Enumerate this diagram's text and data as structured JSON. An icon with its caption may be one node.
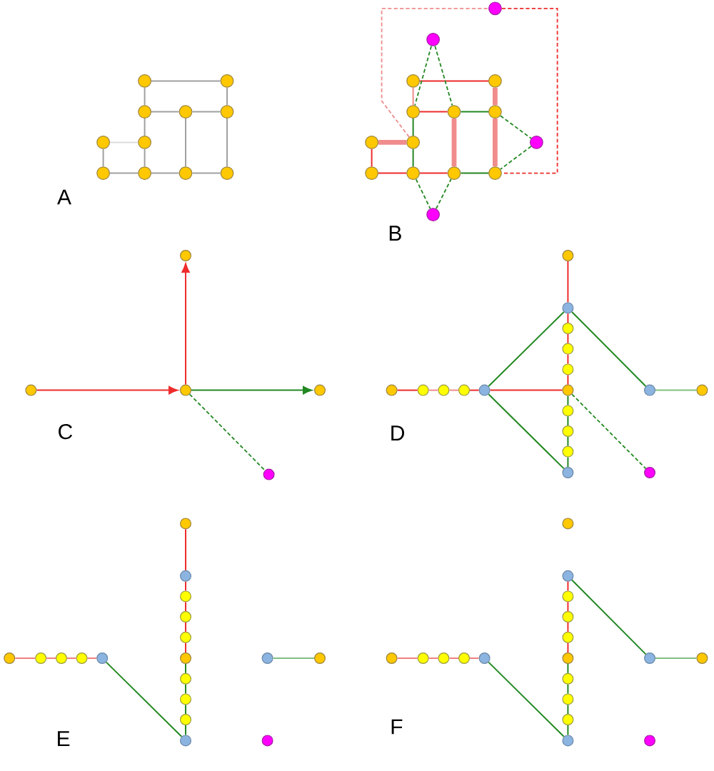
{
  "diagram": {
    "nodes": [
      {
        "text": [],
        "shape": "circle"
      },
      {
        "text": [],
        "shape": "circle"
      },
      {
        "text": [],
        "shape": "circle"
      },
      {
        "text": [],
        "shape": "circle"
      },
      {
        "text": [],
        "shape": "circle"
      },
      {
        "text": [],
        "shape": "circle"
      },
      {
        "text": [],
        "shape": "circle"
      },
      {
        "text": [],
        "shape": "circle"
      },
      {
        "text": [],
        "shape": "circle"
      },
      {
        "text": [],
        "shape": "circle"
      },
      {
        "text": [],
        "shape": "circle"
      },
      {
        "text": [],
        "shape": "circle"
      },
      {
        "text": [],
        "shape": "circle"
      },
      {
        "text": [],
        "shape": "circle"
      },
      {
        "text": [],
        "shape": "circle"
      },
      {
        "text": [],
        "shape": "circle"
      },
      {
        "text": [],
        "shape": "circle"
      },
      {
        "text": [],
        "shape": "circle"
      },
      {
        "text": [],
        "shape": "circle"
      },
      {
        "text": [],
        "shape": "circle"
      },
      {
        "text": [],
        "shape": "circle"
      },
      {
        "text": [],
        "shape": "circle"
      },
      {
        "text": [],
        "shape": "circle"
      },
      {
        "text": [],
        "shape": "circle"
      },
      {
        "text": [],
        "shape": "circle"
      },
      {
        "text": [],
        "shape": "circle"
      },
      {
        "text": [],
        "shape": "circle"
      },
      {
        "text": [],
        "shape": "circle"
      },
      {
        "text": [],
        "shape": "circle"
      },
      {
        "text": [],
        "shape": "circle"
      },
      {
        "text": [],
        "shape": "circle"
      },
      {
        "text": [],
        "shape": "circle"
      },
      {
        "text": [],
        "shape": "circle"
      },
      {
        "text": [],
        "shape": "circle"
      },
      {
        "text": [],
        "shape": "circle"
      },
      {
        "text": [],
        "shape": "circle"
      },
      {
        "text": [],
        "shape": "circle"
      },
      {
        "text": [],
        "shape": "circle"
      },
      {
        "text": [],
        "shape": "circle"
      },
      {
        "text": [],
        "shape": "circle"
      },
      {
        "text": [],
        "shape": "circle"
      },
      {
        "text": [],
        "shape": "circle"
      },
      {
        "text": [],
        "shape": "circle"
      },
      {
        "text": [],
        "shape": "circle"
      },
      {
        "text": [],
        "shape": "circle"
      },
      {
        "text": [],
        "shape": "circle"
      },
      {
        "text": [],
        "shape": "circle"
      },
      {
        "text": [],
        "shape": "circle"
      },
      {
        "text": [],
        "shape": "circle"
      },
      {
        "text": [],
        "shape": "circle"
      },
      {
        "text": [],
        "shape": "circle"
      },
      {
        "text": [],
        "shape": "circle"
      },
      {
        "text": [],
        "shape": "circle"
      },
      {
        "text": [],
        "shape": "circle"
      },
      {
        "text": [],
        "shape": "circle"
      },
      {
        "text": [],
        "shape": "circle"
      },
      {
        "text": [],
        "shape": "circle"
      },
      {
        "text": [],
        "shape": "circle"
      },
      {
        "text": [],
        "shape": "circle"
      },
      {
        "text": [],
        "shape": "circle"
      },
      {
        "text": [],
        "shape": "circle"
      },
      {
        "text": [],
        "shape": "circle"
      },
      {
        "text": [],
        "shape": "circle"
      },
      {
        "text": [],
        "shape": "circle"
      },
      {
        "text": [],
        "shape": "circle"
      },
      {
        "text": [],
        "shape": "circle"
      },
      {
        "text": [],
        "shape": "circle"
      },
      {
        "text": [],
        "shape": "circle"
      },
      {
        "text": [],
        "shape": "circle"
      },
      {
        "text": [],
        "shape": "circle"
      },
      {
        "text": [],
        "shape": "circle"
      },
      {
        "text": [],
        "shape": "circle"
      },
      {
        "text": [],
        "shape": "circle"
      },
      {
        "text": [],
        "shape": "circle"
      },
      {
        "text": [],
        "shape": "circle"
      },
      {
        "text": [],
        "shape": "circle"
      },
      {
        "text": [],
        "shape": "circle"
      },
      {
        "text": [],
        "shape": "circle"
      },
      {
        "text": [],
        "shape": "circle"
      },
      {
        "text": [],
        "shape": "circle"
      },
      {
        "text": [],
        "shape": "circle"
      },
      {
        "text": [],
        "shape": "circle"
      },
      {
        "text": [],
        "shape": "circle"
      },
      {
        "text": [],
        "shape": "circle"
      },
      {
        "text": [],
        "shape": "circle"
      }
    ],
    "edges": [
      {
        "from": 0,
        "to": 1,
        "arrow": "none",
        "color": "#a0a0a0"
      },
      {
        "from": 0,
        "to": 2,
        "arrow": "none",
        "color": "#a0a0a0"
      },
      {
        "from": 1,
        "to": 4,
        "arrow": "none",
        "color": "#a0a0a0"
      },
      {
        "from": 2,
        "to": 3,
        "arrow": "none",
        "color": "#a0a0a0"
      },
      {
        "from": 3,
        "to": 4,
        "arrow": "none",
        "color": "#a0a0a0"
      },
      {
        "from": 2,
        "to": 6,
        "arrow": "none",
        "color": "#a0a0a0"
      },
      {
        "from": 5,
        "to": 6,
        "arrow": "none",
        "color": "#dcdcdc"
      },
      {
        "from": 5,
        "to": 7,
        "arrow": "none",
        "color": "#a0a0a0"
      },
      {
        "from": 6,
        "to": 8,
        "arrow": "none",
        "color": "#a0a0a0"
      },
      {
        "from": 3,
        "to": 9,
        "arrow": "none",
        "color": "#a0a0a0"
      },
      {
        "from": 4,
        "to": 10,
        "arrow": "none",
        "color": "#a0a0a0"
      },
      {
        "from": 7,
        "to": 8,
        "arrow": "none",
        "color": "#a0a0a0"
      },
      {
        "from": 8,
        "to": 9,
        "arrow": "none",
        "color": "#a0a0a0"
      },
      {
        "from": 9,
        "to": 10,
        "arrow": "none",
        "color": "#a0a0a0"
      },
      {
        "from": 13,
        "to": 14,
        "arrow": "none",
        "color": "#ee2c2c"
      },
      {
        "from": 13,
        "to": 15,
        "arrow": "none",
        "color": "#f08c8c"
      },
      {
        "from": 14,
        "to": 17,
        "arrow": "none",
        "style": "thick",
        "color": "#f08c8c"
      },
      {
        "from": 15,
        "to": 16,
        "arrow": "none",
        "color": "#ee2c2c"
      },
      {
        "from": 16,
        "to": 17,
        "arrow": "none"
      },
      {
        "from": 15,
        "to": 19,
        "arrow": "none"
      },
      {
        "from": 18,
        "to": 19,
        "arrow": "none",
        "style": "thick",
        "color": "#f08c8c"
      },
      {
        "from": 18,
        "to": 21,
        "arrow": "none",
        "color": "#ee2c2c"
      },
      {
        "from": 19,
        "to": 22,
        "arrow": "none"
      },
      {
        "from": 16,
        "to": 23,
        "arrow": "none",
        "style": "thick",
        "color": "#f08c8c"
      },
      {
        "from": 17,
        "to": 24,
        "arrow": "none",
        "style": "thick",
        "color": "#f08c8c"
      },
      {
        "from": 21,
        "to": 22,
        "arrow": "none",
        "color": "#ee2c2c"
      },
      {
        "from": 22,
        "to": 23,
        "arrow": "none",
        "color": "#ee2c2c"
      },
      {
        "from": 23,
        "to": 24,
        "arrow": "none"
      },
      {
        "from": 12,
        "to": 15,
        "arrow": "none",
        "style": "dashed"
      },
      {
        "from": 12,
        "to": 16,
        "arrow": "none",
        "style": "dashed"
      },
      {
        "from": 17,
        "to": 20,
        "arrow": "none",
        "style": "dashed"
      },
      {
        "from": 20,
        "to": 24,
        "arrow": "none",
        "style": "dashed"
      },
      {
        "from": 22,
        "to": 25,
        "arrow": "none",
        "style": "dashed"
      },
      {
        "from": 25,
        "to": 23,
        "arrow": "none",
        "style": "dashed"
      },
      {
        "from": 19,
        "to": 11,
        "arrow": "none",
        "style": "dashed",
        "color": "#f08c8c"
      },
      {
        "from": 11,
        "to": 24,
        "arrow": "none",
        "style": "dashed",
        "color": "#ee2c2c"
      },
      {
        "from": 27,
        "to": 28,
        "arrow": "to",
        "color": "#ee2c2c"
      },
      {
        "from": 28,
        "to": 26,
        "arrow": "to",
        "color": "#ee2c2c"
      },
      {
        "from": 28,
        "to": 29,
        "arrow": "to"
      },
      {
        "from": 28,
        "to": 30,
        "arrow": "none",
        "style": "dashed"
      },
      {
        "from": 31,
        "to": 32,
        "arrow": "none",
        "color": "#ee2c2c"
      },
      {
        "from": 32,
        "to": 33,
        "arrow": "none",
        "color": "#ee2c2c"
      },
      {
        "from": 33,
        "to": 34,
        "arrow": "none",
        "color": "#ee2c2c"
      },
      {
        "from": 34,
        "to": 35,
        "arrow": "none",
        "color": "#ee2c2c"
      },
      {
        "from": 35,
        "to": 41,
        "arrow": "none",
        "color": "#ee2c2c"
      },
      {
        "from": 41,
        "to": 44,
        "arrow": "none"
      },
      {
        "from": 44,
        "to": 45,
        "arrow": "none"
      },
      {
        "from": 45,
        "to": 46,
        "arrow": "none"
      },
      {
        "from": 46,
        "to": 47,
        "arrow": "none"
      },
      {
        "from": 36,
        "to": 37,
        "arrow": "none",
        "color": "#ee2c2c"
      },
      {
        "from": 37,
        "to": 38,
        "arrow": "none",
        "color": "#f08c8c"
      },
      {
        "from": 38,
        "to": 39,
        "arrow": "none",
        "color": "#f08c8c"
      },
      {
        "from": 39,
        "to": 40,
        "arrow": "none",
        "color": "#ee2c2c"
      },
      {
        "from": 40,
        "to": 41,
        "arrow": "none",
        "color": "#ee2c2c"
      },
      {
        "from": 40,
        "to": 32,
        "arrow": "none"
      },
      {
        "from": 40,
        "to": 47,
        "arrow": "none"
      },
      {
        "from": 32,
        "to": 42,
        "arrow": "none"
      },
      {
        "from": 42,
        "to": 43,
        "arrow": "none",
        "color": "#80c080"
      },
      {
        "from": 41,
        "to": 48,
        "arrow": "none",
        "style": "dashed"
      },
      {
        "from": 49,
        "to": 50,
        "arrow": "none",
        "color": "#ee2c2c"
      },
      {
        "from": 50,
        "to": 51,
        "arrow": "none",
        "color": "#ee2c2c"
      },
      {
        "from": 51,
        "to": 52,
        "arrow": "none",
        "color": "#ee2c2c"
      },
      {
        "from": 52,
        "to": 53,
        "arrow": "none",
        "color": "#ee2c2c"
      },
      {
        "from": 53,
        "to": 59,
        "arrow": "none",
        "color": "#ee2c2c"
      },
      {
        "from": 59,
        "to": 62,
        "arrow": "none"
      },
      {
        "from": 62,
        "to": 63,
        "arrow": "none"
      },
      {
        "from": 63,
        "to": 64,
        "arrow": "none"
      },
      {
        "from": 64,
        "to": 65,
        "arrow": "none"
      },
      {
        "from": 54,
        "to": 55,
        "arrow": "none",
        "color": "#f08080"
      },
      {
        "from": 55,
        "to": 56,
        "arrow": "none",
        "color": "#f08080"
      },
      {
        "from": 56,
        "to": 57,
        "arrow": "none",
        "color": "#f08080"
      },
      {
        "from": 57,
        "to": 58,
        "arrow": "none",
        "color": "#f08080"
      },
      {
        "from": 58,
        "to": 65,
        "arrow": "none"
      },
      {
        "from": 60,
        "to": 61,
        "arrow": "none",
        "color": "#80c080"
      },
      {
        "from": 68,
        "to": 69,
        "arrow": "none",
        "color": "#ee2c2c"
      },
      {
        "from": 69,
        "to": 70,
        "arrow": "none",
        "color": "#ee2c2c"
      },
      {
        "from": 70,
        "to": 71,
        "arrow": "none",
        "color": "#ee2c2c"
      },
      {
        "from": 71,
        "to": 77,
        "arrow": "none",
        "color": "#ee2c2c"
      },
      {
        "from": 77,
        "to": 80,
        "arrow": "none"
      },
      {
        "from": 80,
        "to": 81,
        "arrow": "none"
      },
      {
        "from": 81,
        "to": 82,
        "arrow": "none"
      },
      {
        "from": 82,
        "to": 83,
        "arrow": "none"
      },
      {
        "from": 72,
        "to": 73,
        "arrow": "none",
        "color": "#f08080"
      },
      {
        "from": 73,
        "to": 74,
        "arrow": "none",
        "color": "#f08080"
      },
      {
        "from": 74,
        "to": 75,
        "arrow": "none",
        "color": "#f08080"
      },
      {
        "from": 75,
        "to": 76,
        "arrow": "none",
        "color": "#f08080"
      },
      {
        "from": 76,
        "to": 83,
        "arrow": "none"
      },
      {
        "from": 68,
        "to": 78,
        "arrow": "none"
      },
      {
        "from": 78,
        "to": 79,
        "arrow": "none",
        "color": "#80c080"
      }
    ],
    "labels": [
      "A",
      "B",
      "C",
      "D",
      "E",
      "F"
    ]
  }
}
